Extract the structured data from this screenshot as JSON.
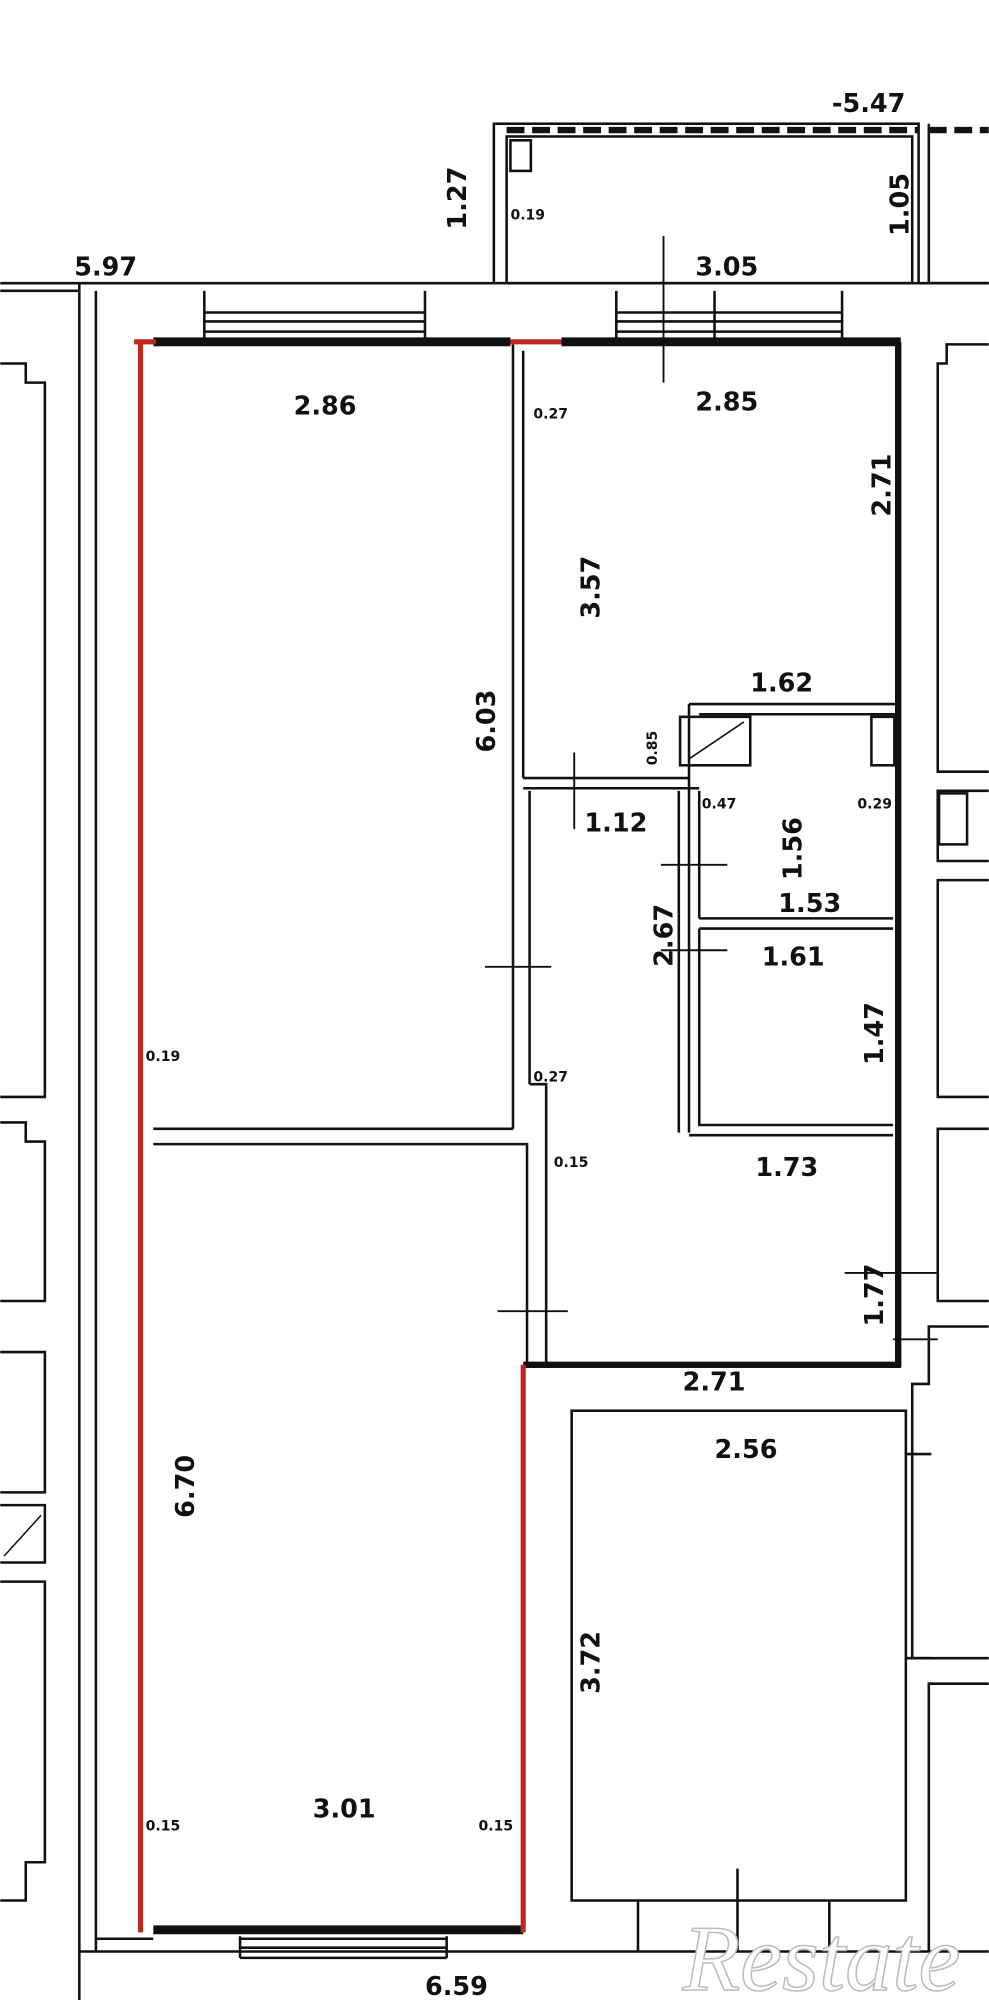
{
  "colors": {
    "wall": "#111111",
    "highlight": "#c0281e",
    "background": "#ffffff"
  },
  "labels": {
    "balcony_width": "-5.47",
    "balcony_depth_left": "1.27",
    "balcony_depth_right": "1.05",
    "balcony_inner": "3.05",
    "balcony_small": "0.19",
    "facade_top": "5.97",
    "room1_width": "2.86",
    "room1_length": "6.03",
    "room2_width": "2.85",
    "room2_length": "3.57",
    "room2_side": "2.71",
    "hall_top": "1.62",
    "hall_width": "1.12",
    "hall_length": "2.67",
    "niche": "0.85",
    "bath_niche_left": "0.47",
    "bath_niche_right": "0.29",
    "bath_depth": "1.56",
    "bath_width": "1.53",
    "wc_width": "1.61",
    "wc_depth": "1.47",
    "kitchen_top": "1.73",
    "kitchen_side": "1.77",
    "kitchen_bottom": "2.71",
    "room3_width": "2.56",
    "room3_length": "3.72",
    "room4_length": "6.70",
    "room4_width": "3.01",
    "facade_bottom": "6.59",
    "corner_a": "0.27",
    "corner_b": "0.19",
    "corner_c": "0.27",
    "corner_d": "0.15",
    "corner_e": "0.15",
    "corner_f": "0.15"
  },
  "watermark": "Restate"
}
